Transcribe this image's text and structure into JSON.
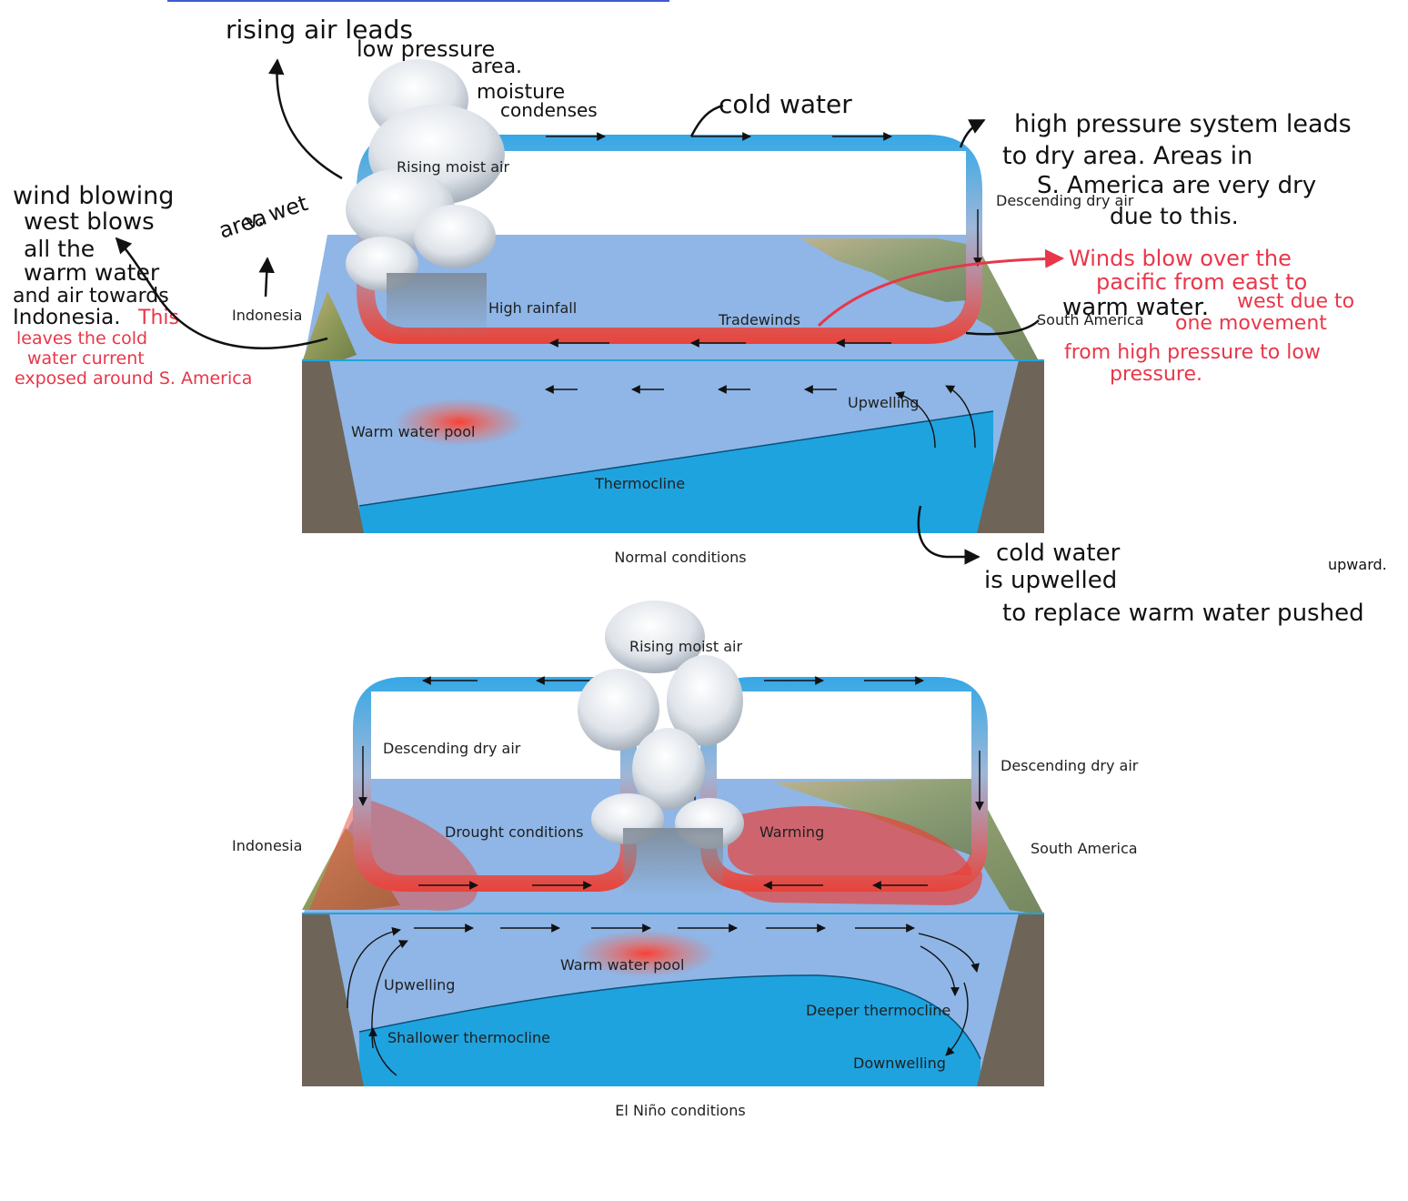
{
  "normal": {
    "labels": {
      "rising": "Rising moist air",
      "descending": "Descending dry air",
      "indonesia": "Indonesia",
      "rainfall": "High rainfall",
      "tradewinds": "Tradewinds",
      "south_america": "South America",
      "upwelling": "Upwelling",
      "warm_pool": "Warm water pool",
      "thermocline": "Thermocline"
    },
    "caption": "Normal conditions"
  },
  "elnino": {
    "labels": {
      "rising": "Rising moist air",
      "descending_left": "Descending dry air",
      "descending_right": "Descending dry air",
      "indonesia": "Indonesia",
      "drought": "Drought conditions",
      "warming": "Warming",
      "south_america": "South America",
      "warm_pool": "Warm water pool",
      "upwelling": "Upwelling",
      "deeper": "Deeper thermocline",
      "shallower": "Shallower thermocline",
      "downwelling": "Downwelling"
    },
    "caption": "El Niño conditions"
  },
  "handwriting": {
    "rising": [
      "rising  air  leads",
      "low pressure",
      "area.",
      "moisture",
      "condenses"
    ],
    "cold_top": "cold water",
    "high_pressure": [
      "high pressure system leads",
      "to dry area. Areas in",
      "S. America are very dry",
      "due to this."
    ],
    "wind": [
      "wind blowing",
      "west blows",
      "all the",
      "warm water",
      "and air towards",
      "Indonesia."
    ],
    "this_red": "This",
    "wind_red": [
      "leaves the cold",
      "water current",
      "exposed around S. America"
    ],
    "area_wet": [
      "area",
      "v. wet"
    ],
    "winds_red": [
      "Winds blow over the",
      "pacific from east to",
      "west due to",
      "one movement",
      "from high pressure to low",
      "pressure."
    ],
    "warm_water": "warm  water.",
    "cold_upwelled": [
      "cold water",
      "is upwelled",
      "to replace warm water pushed"
    ],
    "upward": "upward."
  },
  "colors": {
    "ocean": "#8fb6e6",
    "deep": "#1fa3df",
    "warm": "#e8433a",
    "cold": "#35a8e6",
    "rock": "#6e6558",
    "red_ink": "#e8374a"
  }
}
